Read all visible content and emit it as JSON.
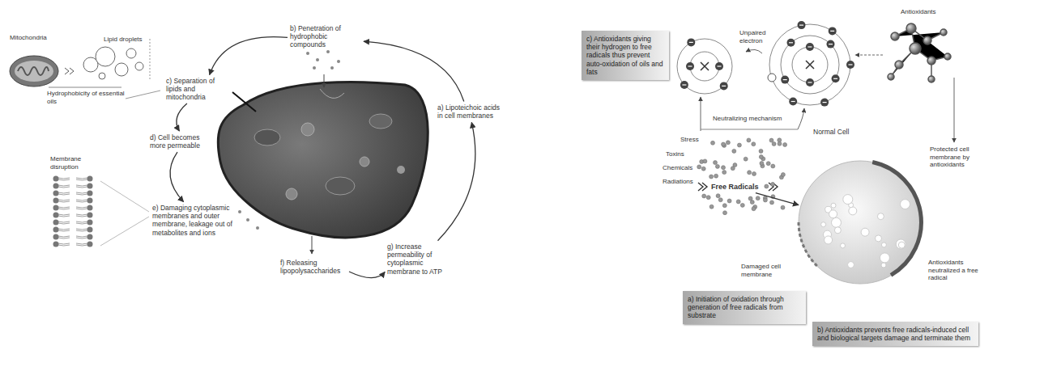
{
  "diagram": {
    "nodes": [
      {
        "text": [
          "b) Penetration of hydrophobic compounds"
        ]
      },
      {
        "text": [
          "c) Separation of lipids and mitochondria"
        ]
      },
      {
        "text": [
          "a) Lipoteichoic acids in cell membranes"
        ]
      },
      {
        "text": [
          "d) Cell becomes more permeable"
        ]
      },
      {
        "text": [
          "e) Damaging cytoplasmic membranes and outer membrane, leakage out of metabolites and ions"
        ]
      },
      {
        "text": [
          "g) Increase permeability of cytoplasmic membrane to ATP"
        ]
      },
      {
        "text": [
          "f) Releasing lipopolysaccharides"
        ]
      },
      {
        "text": [
          "c) Antioxidants giving their hydrogen to free radicals thus prevent auto-oxidation of oils and fats"
        ]
      },
      {
        "text": [
          "Free Radicals"
        ]
      },
      {
        "text": [
          "Normal Cell"
        ]
      },
      {
        "text": [
          "a) Initiation of oxidation through generation of free radicals from substrate"
        ]
      },
      {
        "text": [
          "b) Antioxidants prevents free radicals-induced cell and biological targets damage and terminate them"
        ]
      }
    ],
    "edges": [
      {
        "from": 2,
        "to": 0,
        "arrow": "to"
      },
      {
        "from": 0,
        "to": 1,
        "arrow": "to"
      },
      {
        "from": 1,
        "to": 3,
        "arrow": "to"
      },
      {
        "from": 3,
        "to": 4,
        "arrow": "to"
      },
      {
        "from": 6,
        "to": 5,
        "arrow": "to"
      },
      {
        "from": 5,
        "to": 2,
        "arrow": "to"
      },
      {
        "from": 8,
        "to": 9,
        "arrow": "to"
      }
    ],
    "labels": [
      "Mitochondria",
      "Lipid droplets",
      "Hydrophobicity of essential oils",
      "Membrane disruption",
      "Unpaired electron",
      "Antioxidants",
      "Neutralizing mechanism",
      "Protected cell membrane by antioxidants",
      "Stress",
      "Toxins",
      "Chemicals",
      "Radiations",
      "Damaged cell membrane",
      "Antioxidants neutralized a free radical"
    ]
  }
}
